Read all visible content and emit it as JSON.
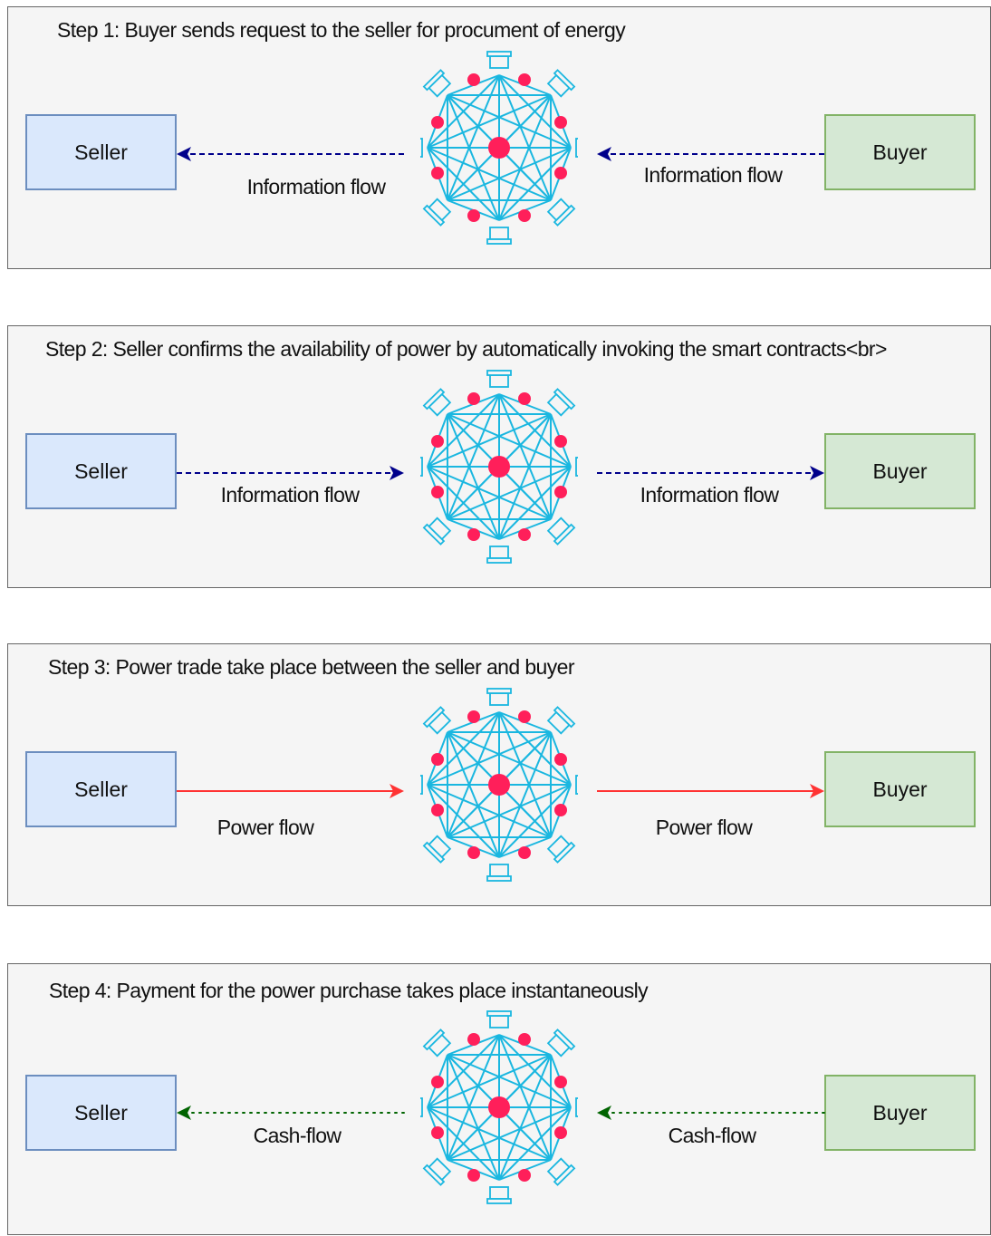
{
  "colors": {
    "seller_fill": "#dae8fc",
    "seller_stroke": "#6c8ebf",
    "buyer_fill": "#d5e8d4",
    "buyer_stroke": "#82b366",
    "network": "#1ab7e0",
    "node_dot": "#ff1f5a",
    "info_arrow": "#00008b",
    "power_arrow": "#ff3333",
    "cash_arrow": "#006400"
  },
  "icons": {
    "hub": "blockchain-network-icon",
    "peer": "computer-terminal-icon"
  },
  "steps": [
    {
      "title": "Step 1: Buyer sends request to the seller for procument of energy",
      "seller": "Seller",
      "buyer": "Buyer",
      "flow_type": "information",
      "left_label": "Information flow",
      "right_label": "Information flow",
      "direction": "buyer-to-seller"
    },
    {
      "title": "Step 2: Seller confirms the availability of power by automatically invoking the smart contracts<br>",
      "seller": "Seller",
      "buyer": "Buyer",
      "flow_type": "information",
      "left_label": "Information flow",
      "right_label": "Information flow",
      "direction": "seller-to-buyer"
    },
    {
      "title": "Step 3: Power trade take place between the seller and buyer",
      "seller": "Seller",
      "buyer": "Buyer",
      "flow_type": "power",
      "left_label": "Power flow",
      "right_label": "Power flow",
      "direction": "seller-to-buyer"
    },
    {
      "title": "Step 4: Payment for the power purchase takes place instantaneously",
      "seller": "Seller",
      "buyer": "Buyer",
      "flow_type": "cash",
      "left_label": "Cash-flow",
      "right_label": "Cash-flow",
      "direction": "buyer-to-seller"
    }
  ]
}
